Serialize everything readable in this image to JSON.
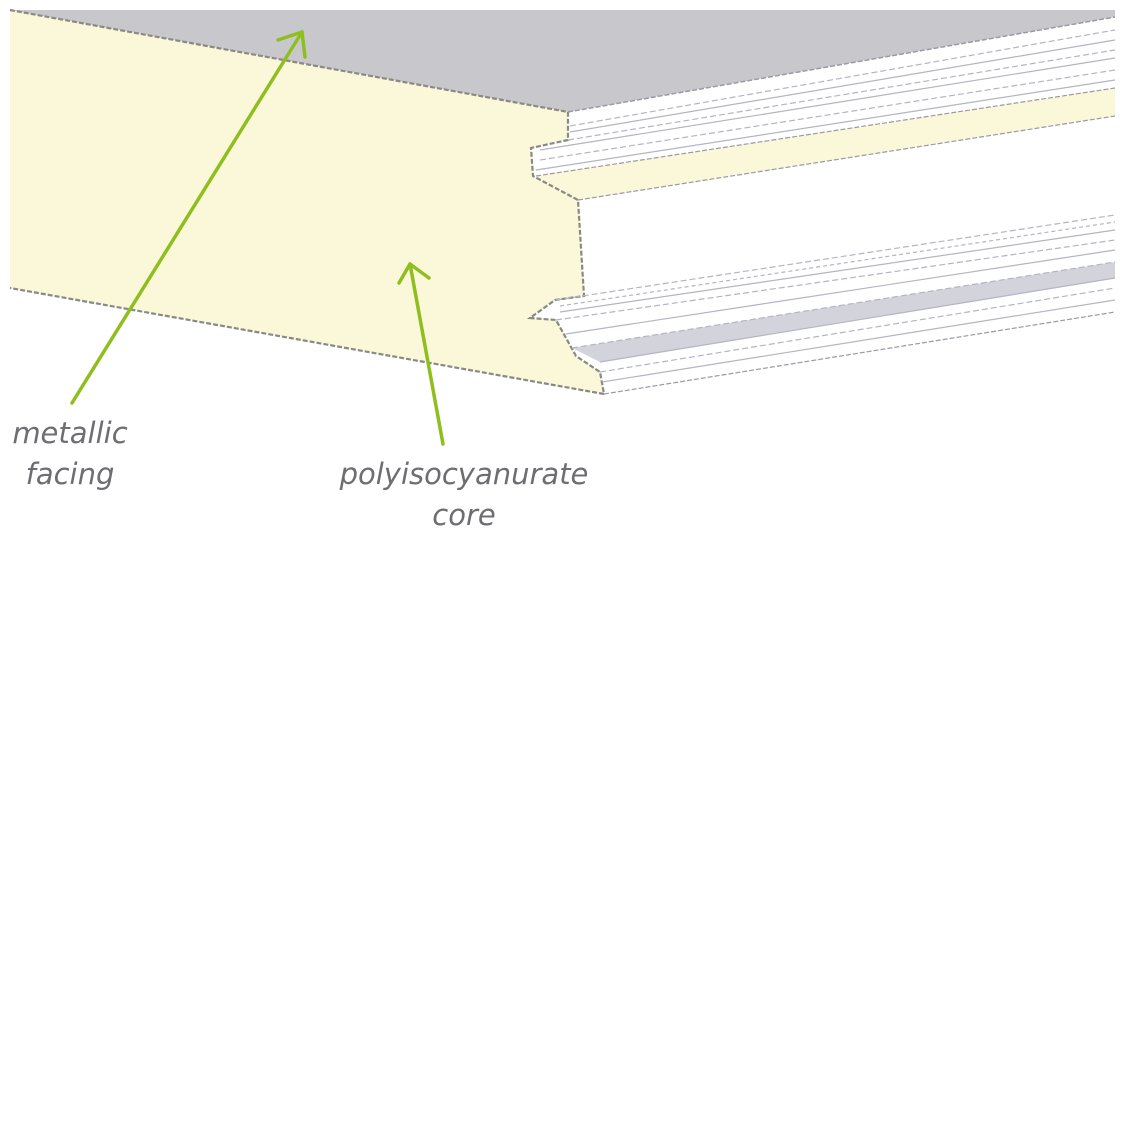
{
  "labels": {
    "metallic_facing": [
      "metallic",
      "facing"
    ],
    "polyisocyanurate_core": [
      "polyisocyanurate",
      "core"
    ]
  },
  "colors": {
    "facing_top": "#c8c8cc",
    "core": "#fbf8da",
    "panel_white": "#ffffff",
    "groove_shadow": "#d3d3dc",
    "edge_line": "#8a8a84",
    "rib_line": "#b4b4c4",
    "arrow": "#8fbe1f",
    "label_text": "#6e6e72"
  }
}
